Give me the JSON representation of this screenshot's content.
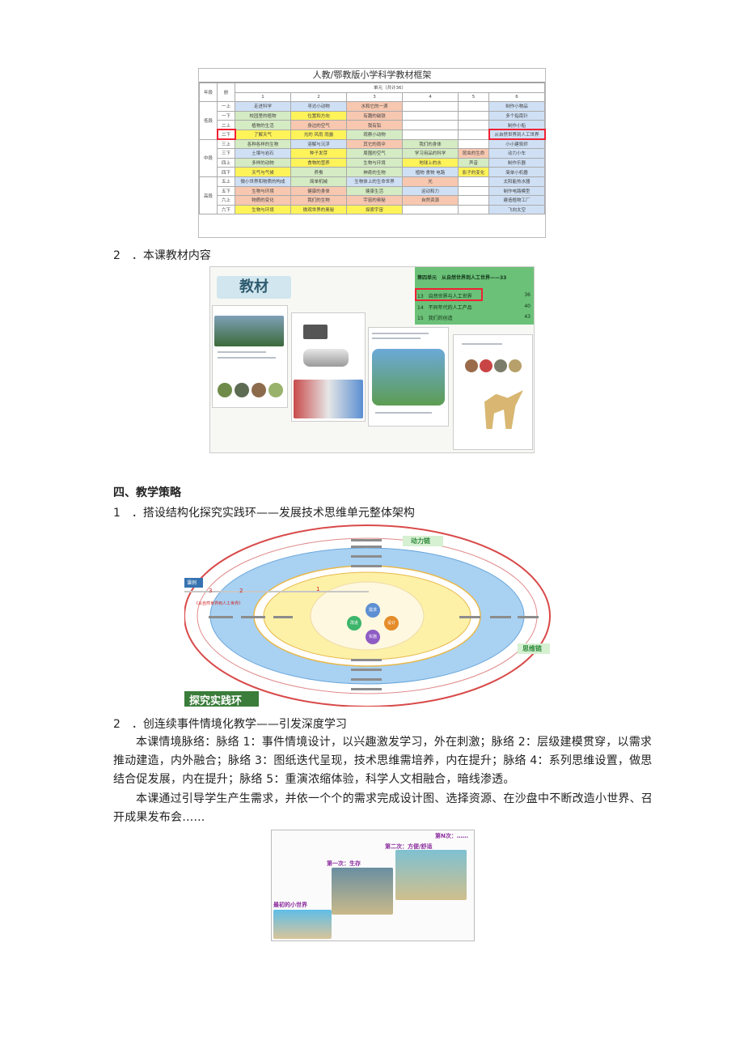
{
  "table_figure": {
    "title": "人教/鄂教版小学科学教材框架",
    "header_grade": "年段",
    "header_term": "册",
    "header_units": "单元（共计36）",
    "unit_numbers": [
      "1",
      "2",
      "3",
      "4",
      "5",
      "6"
    ],
    "rows": [
      {
        "stage": "低段",
        "term": "一上",
        "cells": [
          "走进科学",
          "寻访小动物",
          "水和它的一滴",
          "",
          "",
          "制作小物品"
        ]
      },
      {
        "stage": "",
        "term": "一下",
        "cells": [
          "校园里的植物",
          "位置和方向",
          "有趣的磁铁",
          "",
          "",
          "多个指南针"
        ]
      },
      {
        "stage": "",
        "term": "二上",
        "cells": [
          "植物的生活",
          "身边的空气",
          "我有铅",
          "",
          "",
          "制作小船"
        ]
      },
      {
        "stage": "",
        "term": "二下",
        "cells": [
          "了解天气",
          "光的 风雨 雨露",
          "观察小动物",
          "",
          "",
          "从自然世界到人工世界"
        ]
      },
      {
        "stage": "中段",
        "term": "三上",
        "cells": [
          "各种各样的生物",
          "溶解与沉浮",
          "其它的雨伞",
          "我们的身体",
          "",
          "小小建筑师"
        ]
      },
      {
        "stage": "",
        "term": "三下",
        "cells": [
          "土壤与岩石",
          "种子发芽",
          "周围的空气",
          "学习用品的科学",
          "昆虫的生命",
          "动力小车"
        ]
      },
      {
        "stage": "",
        "term": "四上",
        "cells": [
          "多样的动物",
          "食物的营养",
          "生物与环境",
          "地球上的水",
          "声音",
          "制作乐器"
        ]
      },
      {
        "stage": "",
        "term": "四下",
        "cells": [
          "天气与气候",
          "养蚕",
          "神奇的生物",
          "植物 食物 电路",
          "影子的变化",
          "简单小机器"
        ]
      },
      {
        "stage": "高段",
        "term": "五上",
        "cells": [
          "微小世界和物质的构成",
          "简单机械",
          "生物体上的生命世界",
          "光",
          "",
          "太阳能热水器"
        ]
      },
      {
        "stage": "",
        "term": "五下",
        "cells": [
          "生物与环境",
          "健康的身体",
          "健康生活",
          "运动和力",
          "",
          "制作电路模型"
        ]
      },
      {
        "stage": "",
        "term": "六上",
        "cells": [
          "物质的变化",
          "我们的生物",
          "宇宙的奥秘",
          "自然资源",
          "",
          "建造植物工厂"
        ]
      },
      {
        "stage": "",
        "term": "六下",
        "cells": [
          "生物与环境",
          "微观世界的奥秘",
          "探索宇宙",
          "",
          "",
          "飞向太空"
        ]
      }
    ]
  },
  "caption_2": "2　．本课教材内容",
  "book_figure": {
    "tag": "教材",
    "toc_lines": [
      "第四单元　从自然世界到人工世界——33",
      "13　自然世界与人工世界",
      "14　不同年代的人工产品",
      "15　我们的创造"
    ],
    "toc_pages": [
      "36",
      "40",
      "43"
    ]
  },
  "section4_title": "四、教学策略",
  "item1": "1　．搭设结构化探究实践环——发展技术思维单元整体架构",
  "diagram": {
    "label_power": "动力链",
    "label_thinking": "思维链",
    "label_course": "课例",
    "label_ring": "探究实践环",
    "label_lesson": "《从自然世界到人工世界》",
    "center_items": [
      "需求",
      "改进",
      "设计",
      "实施"
    ],
    "num_labels": [
      "1",
      "2",
      "3"
    ]
  },
  "item2": "2　．创连续事件情境化教学——引发深度学习",
  "para1": "本课情境脉络：脉络 1：事件情境设计，以兴趣激发学习，外在刺激；脉络 2：层级建模贯穿，以需求推动建造，内外融合；脉络 3：图纸迭代呈现，技术思维需培养，内在提升；脉络 4：系列思维设置，做思结合促发展，内在提升；脉络 5：重演浓缩体验，科学人文相融合，暗线渗透。",
  "para2": "本课通过引导学生产生需求，并依一个个的需求完成设计图、选择资源、在沙盘中不断改造小世界、召开成果发布会……",
  "sand_figure": {
    "l0": "最初的小世界",
    "l1": "第一次：生存",
    "l2": "第二次：方便/舒适",
    "l3": "第N次：……"
  },
  "colors": {
    "highlight": "#e23a3a",
    "ring_outer": "#d94a4a",
    "ring_blue": "#9cc8ef",
    "ring_yellow": "#fdf1a8",
    "green": "#3db56b"
  }
}
